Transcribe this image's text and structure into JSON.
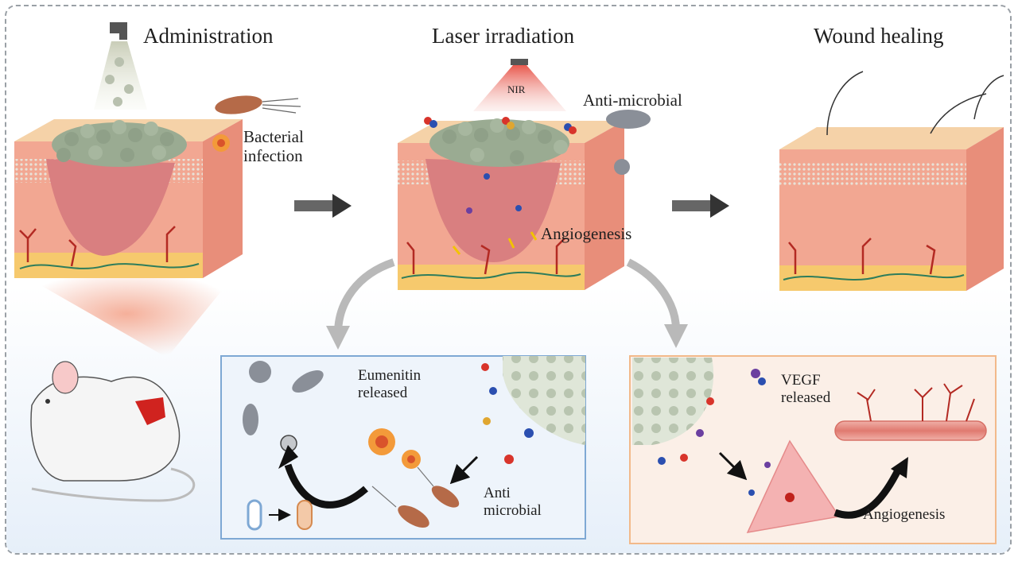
{
  "stages": {
    "administration": "Administration",
    "laser": "Laser irradiation",
    "healing": "Wound healing"
  },
  "labels": {
    "bacterial_infection": "Bacterial\ninfection",
    "nir": "NIR",
    "anti_microbial_top": "Anti-microbial",
    "angiogenesis_top": "Angiogenesis",
    "eumenitin_released": "Eumenitin\nreleased",
    "anti_microbial_panel": "Anti\nmicrobial",
    "vegf_released": "VEGF\nreleased",
    "angiogenesis_panel": "Angiogenesis"
  },
  "colors": {
    "skin": "#f2a792",
    "wound": "#d97f80",
    "fat": "#f6c96d",
    "bead": "#9aab92",
    "panel_left_border": "#7ea8d4",
    "panel_right_border": "#f2b98a",
    "vessel": "#c0392b"
  }
}
